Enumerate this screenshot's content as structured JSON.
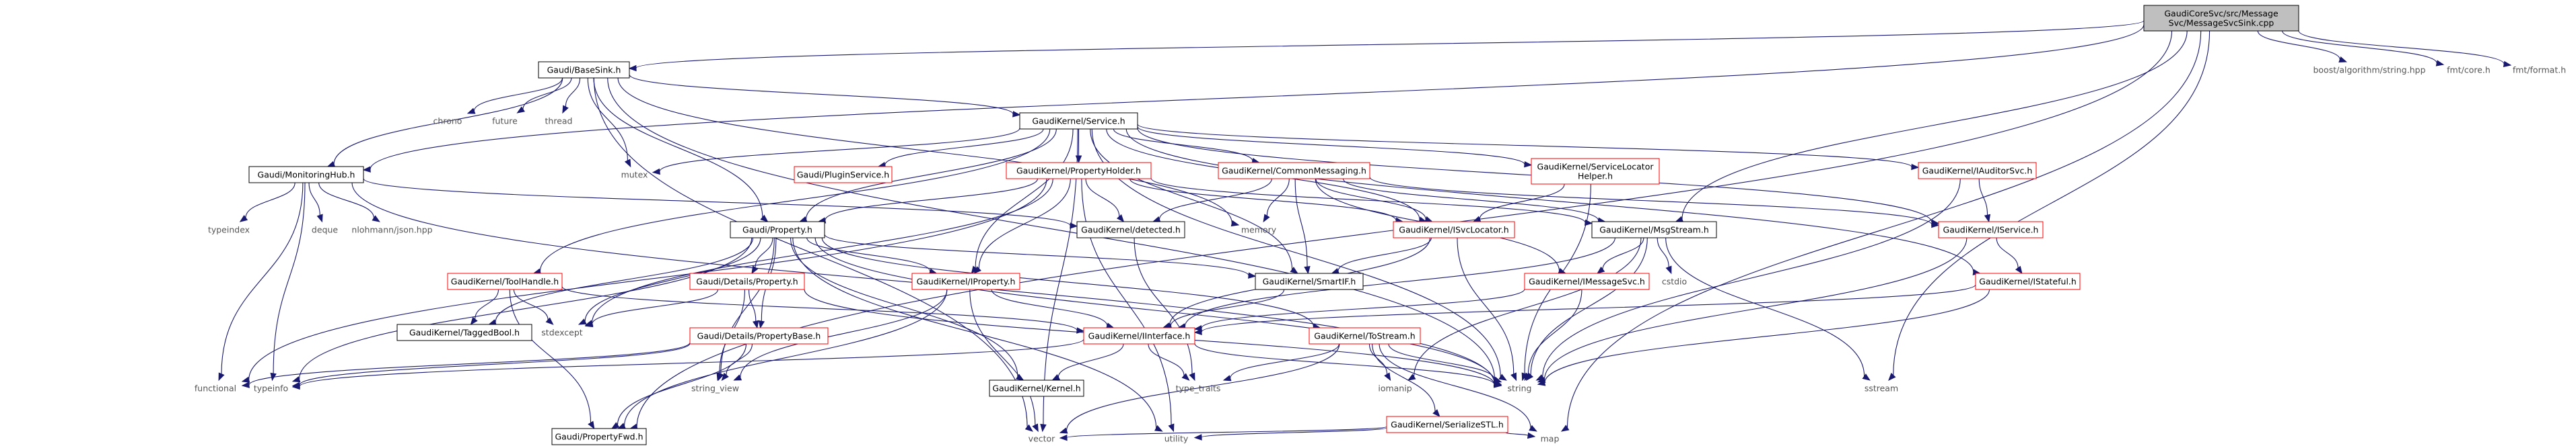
{
  "graph": {
    "colors": {
      "edge": "#191970",
      "root_fill": "#bfbfbf",
      "box_border_black": "#000000",
      "box_border_red": "#ff0000",
      "box_fill": "#ffffff",
      "text_dark": "#000000",
      "text_gray": "#555555"
    },
    "nodes": [
      {
        "id": "root",
        "lines": [
          "GaudiCoreSvc/src/Message",
          "Svc/MessageSvcSink.cpp"
        ],
        "kind": "root"
      },
      {
        "id": "basesink",
        "lines": [
          "Gaudi/BaseSink.h"
        ],
        "kind": "black"
      },
      {
        "id": "monhub",
        "lines": [
          "Gaudi/MonitoringHub.h"
        ],
        "kind": "black"
      },
      {
        "id": "propfwd",
        "lines": [
          "Gaudi/PropertyFwd.h"
        ],
        "kind": "black"
      },
      {
        "id": "boostalg",
        "lines": [
          "boost/algorithm/string.hpp"
        ],
        "kind": "plain"
      },
      {
        "id": "fmtcore",
        "lines": [
          "fmt/core.h"
        ],
        "kind": "plain"
      },
      {
        "id": "fmtformat",
        "lines": [
          "fmt/format.h"
        ],
        "kind": "plain"
      },
      {
        "id": "chrono",
        "lines": [
          "chrono"
        ],
        "kind": "plain"
      },
      {
        "id": "future",
        "lines": [
          "future"
        ],
        "kind": "plain"
      },
      {
        "id": "thread",
        "lines": [
          "thread"
        ],
        "kind": "plain"
      },
      {
        "id": "service",
        "lines": [
          "GaudiKernel/Service.h"
        ],
        "kind": "black"
      },
      {
        "id": "mutex",
        "lines": [
          "mutex"
        ],
        "kind": "plain"
      },
      {
        "id": "pluginsvc",
        "lines": [
          "Gaudi/PluginService.h"
        ],
        "kind": "red"
      },
      {
        "id": "propholder",
        "lines": [
          "GaudiKernel/PropertyHolder.h"
        ],
        "kind": "red"
      },
      {
        "id": "commonmsg",
        "lines": [
          "GaudiKernel/CommonMessaging.h"
        ],
        "kind": "red"
      },
      {
        "id": "svclochelper",
        "lines": [
          "GaudiKernel/ServiceLocator",
          "Helper.h"
        ],
        "kind": "red"
      },
      {
        "id": "iauditorsvc",
        "lines": [
          "GaudiKernel/IAuditorSvc.h"
        ],
        "kind": "red"
      },
      {
        "id": "typeindex",
        "lines": [
          "typeindex"
        ],
        "kind": "plain"
      },
      {
        "id": "deque",
        "lines": [
          "deque"
        ],
        "kind": "plain"
      },
      {
        "id": "json",
        "lines": [
          "nlohmann/json.hpp"
        ],
        "kind": "plain"
      },
      {
        "id": "memory",
        "lines": [
          "memory"
        ],
        "kind": "plain"
      },
      {
        "id": "detected",
        "lines": [
          "GaudiKernel/detected.h"
        ],
        "kind": "black"
      },
      {
        "id": "isvclocator",
        "lines": [
          "GaudiKernel/ISvcLocator.h"
        ],
        "kind": "red"
      },
      {
        "id": "msgstream",
        "lines": [
          "GaudiKernel/MsgStream.h"
        ],
        "kind": "black"
      },
      {
        "id": "iservice",
        "lines": [
          "GaudiKernel/IService.h"
        ],
        "kind": "red"
      },
      {
        "id": "property",
        "lines": [
          "Gaudi/Property.h"
        ],
        "kind": "black"
      },
      {
        "id": "toolhandle",
        "lines": [
          "GaudiKernel/ToolHandle.h"
        ],
        "kind": "red"
      },
      {
        "id": "detailsprop",
        "lines": [
          "Gaudi/Details/Property.h"
        ],
        "kind": "red"
      },
      {
        "id": "iproperty",
        "lines": [
          "GaudiKernel/IProperty.h"
        ],
        "kind": "red"
      },
      {
        "id": "smartif",
        "lines": [
          "GaudiKernel/SmartIF.h"
        ],
        "kind": "black"
      },
      {
        "id": "imessagesvc",
        "lines": [
          "GaudiKernel/IMessageSvc.h"
        ],
        "kind": "red"
      },
      {
        "id": "cstdio",
        "lines": [
          "cstdio"
        ],
        "kind": "plain"
      },
      {
        "id": "istateful",
        "lines": [
          "GaudiKernel/IStateful.h"
        ],
        "kind": "red"
      },
      {
        "id": "taggedbool",
        "lines": [
          "GaudiKernel/TaggedBool.h"
        ],
        "kind": "black"
      },
      {
        "id": "stdexcept",
        "lines": [
          "stdexcept"
        ],
        "kind": "plain"
      },
      {
        "id": "propbase",
        "lines": [
          "Gaudi/Details/PropertyBase.h"
        ],
        "kind": "red"
      },
      {
        "id": "iinterface",
        "lines": [
          "GaudiKernel/IInterface.h"
        ],
        "kind": "red"
      },
      {
        "id": "tostream",
        "lines": [
          "GaudiKernel/ToStream.h"
        ],
        "kind": "red"
      },
      {
        "id": "functional",
        "lines": [
          "functional"
        ],
        "kind": "plain"
      },
      {
        "id": "typeinfo",
        "lines": [
          "typeinfo"
        ],
        "kind": "plain"
      },
      {
        "id": "string_view",
        "lines": [
          "string_view"
        ],
        "kind": "plain"
      },
      {
        "id": "type_traits",
        "lines": [
          "type_traits"
        ],
        "kind": "plain"
      },
      {
        "id": "kernel",
        "lines": [
          "GaudiKernel/Kernel.h"
        ],
        "kind": "black"
      },
      {
        "id": "iomanip",
        "lines": [
          "iomanip"
        ],
        "kind": "plain"
      },
      {
        "id": "string",
        "lines": [
          "string"
        ],
        "kind": "plain"
      },
      {
        "id": "sstream",
        "lines": [
          "sstream"
        ],
        "kind": "plain"
      },
      {
        "id": "serializestl",
        "lines": [
          "GaudiKernel/SerializeSTL.h"
        ],
        "kind": "red"
      },
      {
        "id": "vector",
        "lines": [
          "vector"
        ],
        "kind": "plain"
      },
      {
        "id": "utility",
        "lines": [
          "utility"
        ],
        "kind": "plain"
      },
      {
        "id": "map",
        "lines": [
          "map"
        ],
        "kind": "plain"
      }
    ],
    "edges": [
      [
        "root",
        "basesink"
      ],
      [
        "root",
        "monhub"
      ],
      [
        "root",
        "propfwd"
      ],
      [
        "root",
        "boostalg"
      ],
      [
        "root",
        "fmtcore"
      ],
      [
        "root",
        "fmtformat"
      ],
      [
        "root",
        "msgstream"
      ],
      [
        "root",
        "sstream"
      ],
      [
        "root",
        "map"
      ],
      [
        "basesink",
        "monhub"
      ],
      [
        "basesink",
        "service"
      ],
      [
        "basesink",
        "property"
      ],
      [
        "basesink",
        "chrono"
      ],
      [
        "basesink",
        "future"
      ],
      [
        "basesink",
        "thread"
      ],
      [
        "basesink",
        "mutex"
      ],
      [
        "basesink",
        "memory"
      ],
      [
        "basesink",
        "vector"
      ],
      [
        "basesink",
        "string"
      ],
      [
        "monhub",
        "typeindex"
      ],
      [
        "monhub",
        "deque"
      ],
      [
        "monhub",
        "json"
      ],
      [
        "monhub",
        "functional"
      ],
      [
        "monhub",
        "typeinfo"
      ],
      [
        "monhub",
        "detected"
      ],
      [
        "monhub",
        "string"
      ],
      [
        "service",
        "pluginsvc"
      ],
      [
        "service",
        "propholder"
      ],
      [
        "service",
        "commonmsg"
      ],
      [
        "service",
        "svclochelper"
      ],
      [
        "service",
        "iauditorsvc"
      ],
      [
        "service",
        "mutex"
      ],
      [
        "service",
        "property"
      ],
      [
        "service",
        "iproperty"
      ],
      [
        "service",
        "iservice"
      ],
      [
        "service",
        "isvclocator"
      ],
      [
        "service",
        "smartif"
      ],
      [
        "service",
        "toolhandle"
      ],
      [
        "service",
        "istateful"
      ],
      [
        "service",
        "vector"
      ],
      [
        "service",
        "string"
      ],
      [
        "propholder",
        "property"
      ],
      [
        "propholder",
        "detected"
      ],
      [
        "propholder",
        "iproperty"
      ],
      [
        "propholder",
        "isvclocator"
      ],
      [
        "propholder",
        "msgstream"
      ],
      [
        "propholder",
        "stdexcept"
      ],
      [
        "propholder",
        "utility"
      ],
      [
        "propholder",
        "functional"
      ],
      [
        "commonmsg",
        "detected"
      ],
      [
        "commonmsg",
        "memory"
      ],
      [
        "commonmsg",
        "isvclocator"
      ],
      [
        "commonmsg",
        "msgstream"
      ],
      [
        "commonmsg",
        "imessagesvc"
      ],
      [
        "commonmsg",
        "smartif"
      ],
      [
        "commonmsg",
        "iservice"
      ],
      [
        "svclochelper",
        "isvclocator"
      ],
      [
        "svclochelper",
        "string"
      ],
      [
        "iauditorsvc",
        "iservice"
      ],
      [
        "iauditorsvc",
        "string"
      ],
      [
        "detected",
        "type_traits"
      ],
      [
        "isvclocator",
        "smartif"
      ],
      [
        "isvclocator",
        "iinterface"
      ],
      [
        "isvclocator",
        "string"
      ],
      [
        "msgstream",
        "imessagesvc"
      ],
      [
        "msgstream",
        "cstdio"
      ],
      [
        "msgstream",
        "sstream"
      ],
      [
        "msgstream",
        "string"
      ],
      [
        "msgstream",
        "iomanip"
      ],
      [
        "msgstream",
        "iinterface"
      ],
      [
        "iservice",
        "istateful"
      ],
      [
        "iservice",
        "string"
      ],
      [
        "property",
        "detailsprop"
      ],
      [
        "property",
        "propbase"
      ],
      [
        "property",
        "iproperty"
      ],
      [
        "property",
        "smartif"
      ],
      [
        "property",
        "taggedbool"
      ],
      [
        "property",
        "tostream"
      ],
      [
        "property",
        "stdexcept"
      ],
      [
        "property",
        "string"
      ],
      [
        "property",
        "string_view"
      ],
      [
        "property",
        "typeinfo"
      ],
      [
        "property",
        "utility"
      ],
      [
        "property",
        "kernel"
      ],
      [
        "toolhandle",
        "taggedbool"
      ],
      [
        "toolhandle",
        "stdexcept"
      ],
      [
        "toolhandle",
        "iinterface"
      ],
      [
        "toolhandle",
        "propfwd"
      ],
      [
        "detailsprop",
        "propbase"
      ],
      [
        "detailsprop",
        "string"
      ],
      [
        "detailsprop",
        "string_view"
      ],
      [
        "detailsprop",
        "stdexcept"
      ],
      [
        "iproperty",
        "iinterface"
      ],
      [
        "iproperty",
        "propfwd"
      ],
      [
        "iproperty",
        "string_view"
      ],
      [
        "iproperty",
        "vector"
      ],
      [
        "smartif",
        "iinterface"
      ],
      [
        "imessagesvc",
        "iinterface"
      ],
      [
        "imessagesvc",
        "string"
      ],
      [
        "istateful",
        "iinterface"
      ],
      [
        "istateful",
        "string"
      ],
      [
        "propbase",
        "propfwd"
      ],
      [
        "propbase",
        "string_view"
      ],
      [
        "propbase",
        "typeinfo"
      ],
      [
        "propbase",
        "functional"
      ],
      [
        "iinterface",
        "kernel"
      ],
      [
        "iinterface",
        "type_traits"
      ],
      [
        "iinterface",
        "string"
      ],
      [
        "iinterface",
        "typeinfo"
      ],
      [
        "tostream",
        "serializestl"
      ],
      [
        "tostream",
        "iomanip"
      ],
      [
        "tostream",
        "string"
      ],
      [
        "tostream",
        "vector"
      ],
      [
        "tostream",
        "type_traits"
      ],
      [
        "tostream",
        "map"
      ],
      [
        "serializestl",
        "vector"
      ],
      [
        "serializestl",
        "map"
      ],
      [
        "serializestl",
        "utility"
      ]
    ]
  }
}
